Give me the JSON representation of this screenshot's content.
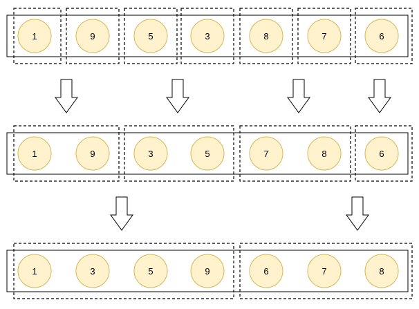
{
  "stages": [
    {
      "id": "stage-1",
      "values": [
        "1",
        "9",
        "5",
        "3",
        "8",
        "7",
        "6"
      ],
      "groups": [
        [
          0
        ],
        [
          1
        ],
        [
          2
        ],
        [
          3
        ],
        [
          4
        ],
        [
          5
        ],
        [
          6
        ]
      ]
    },
    {
      "id": "stage-2",
      "values": [
        "1",
        "9",
        "3",
        "5",
        "7",
        "8",
        "6"
      ],
      "groups": [
        [
          0,
          1
        ],
        [
          2,
          3
        ],
        [
          4,
          5
        ],
        [
          6
        ]
      ]
    },
    {
      "id": "stage-3",
      "values": [
        "1",
        "3",
        "5",
        "9",
        "6",
        "7",
        "8"
      ],
      "groups": [
        [
          0,
          1,
          2,
          3
        ],
        [
          4,
          5,
          6
        ]
      ]
    }
  ],
  "transitions": [
    {
      "from": "stage-1",
      "to": "stage-2",
      "count": 4
    },
    {
      "from": "stage-2",
      "to": "stage-3",
      "count": 2
    }
  ],
  "colors": {
    "node_fill": "#fff2cc",
    "node_stroke": "#d6b656",
    "row_stroke": "#000000",
    "group_stroke": "#000000",
    "arrow_fill": "#ffffff",
    "arrow_stroke": "#000000",
    "text": "#000000"
  }
}
